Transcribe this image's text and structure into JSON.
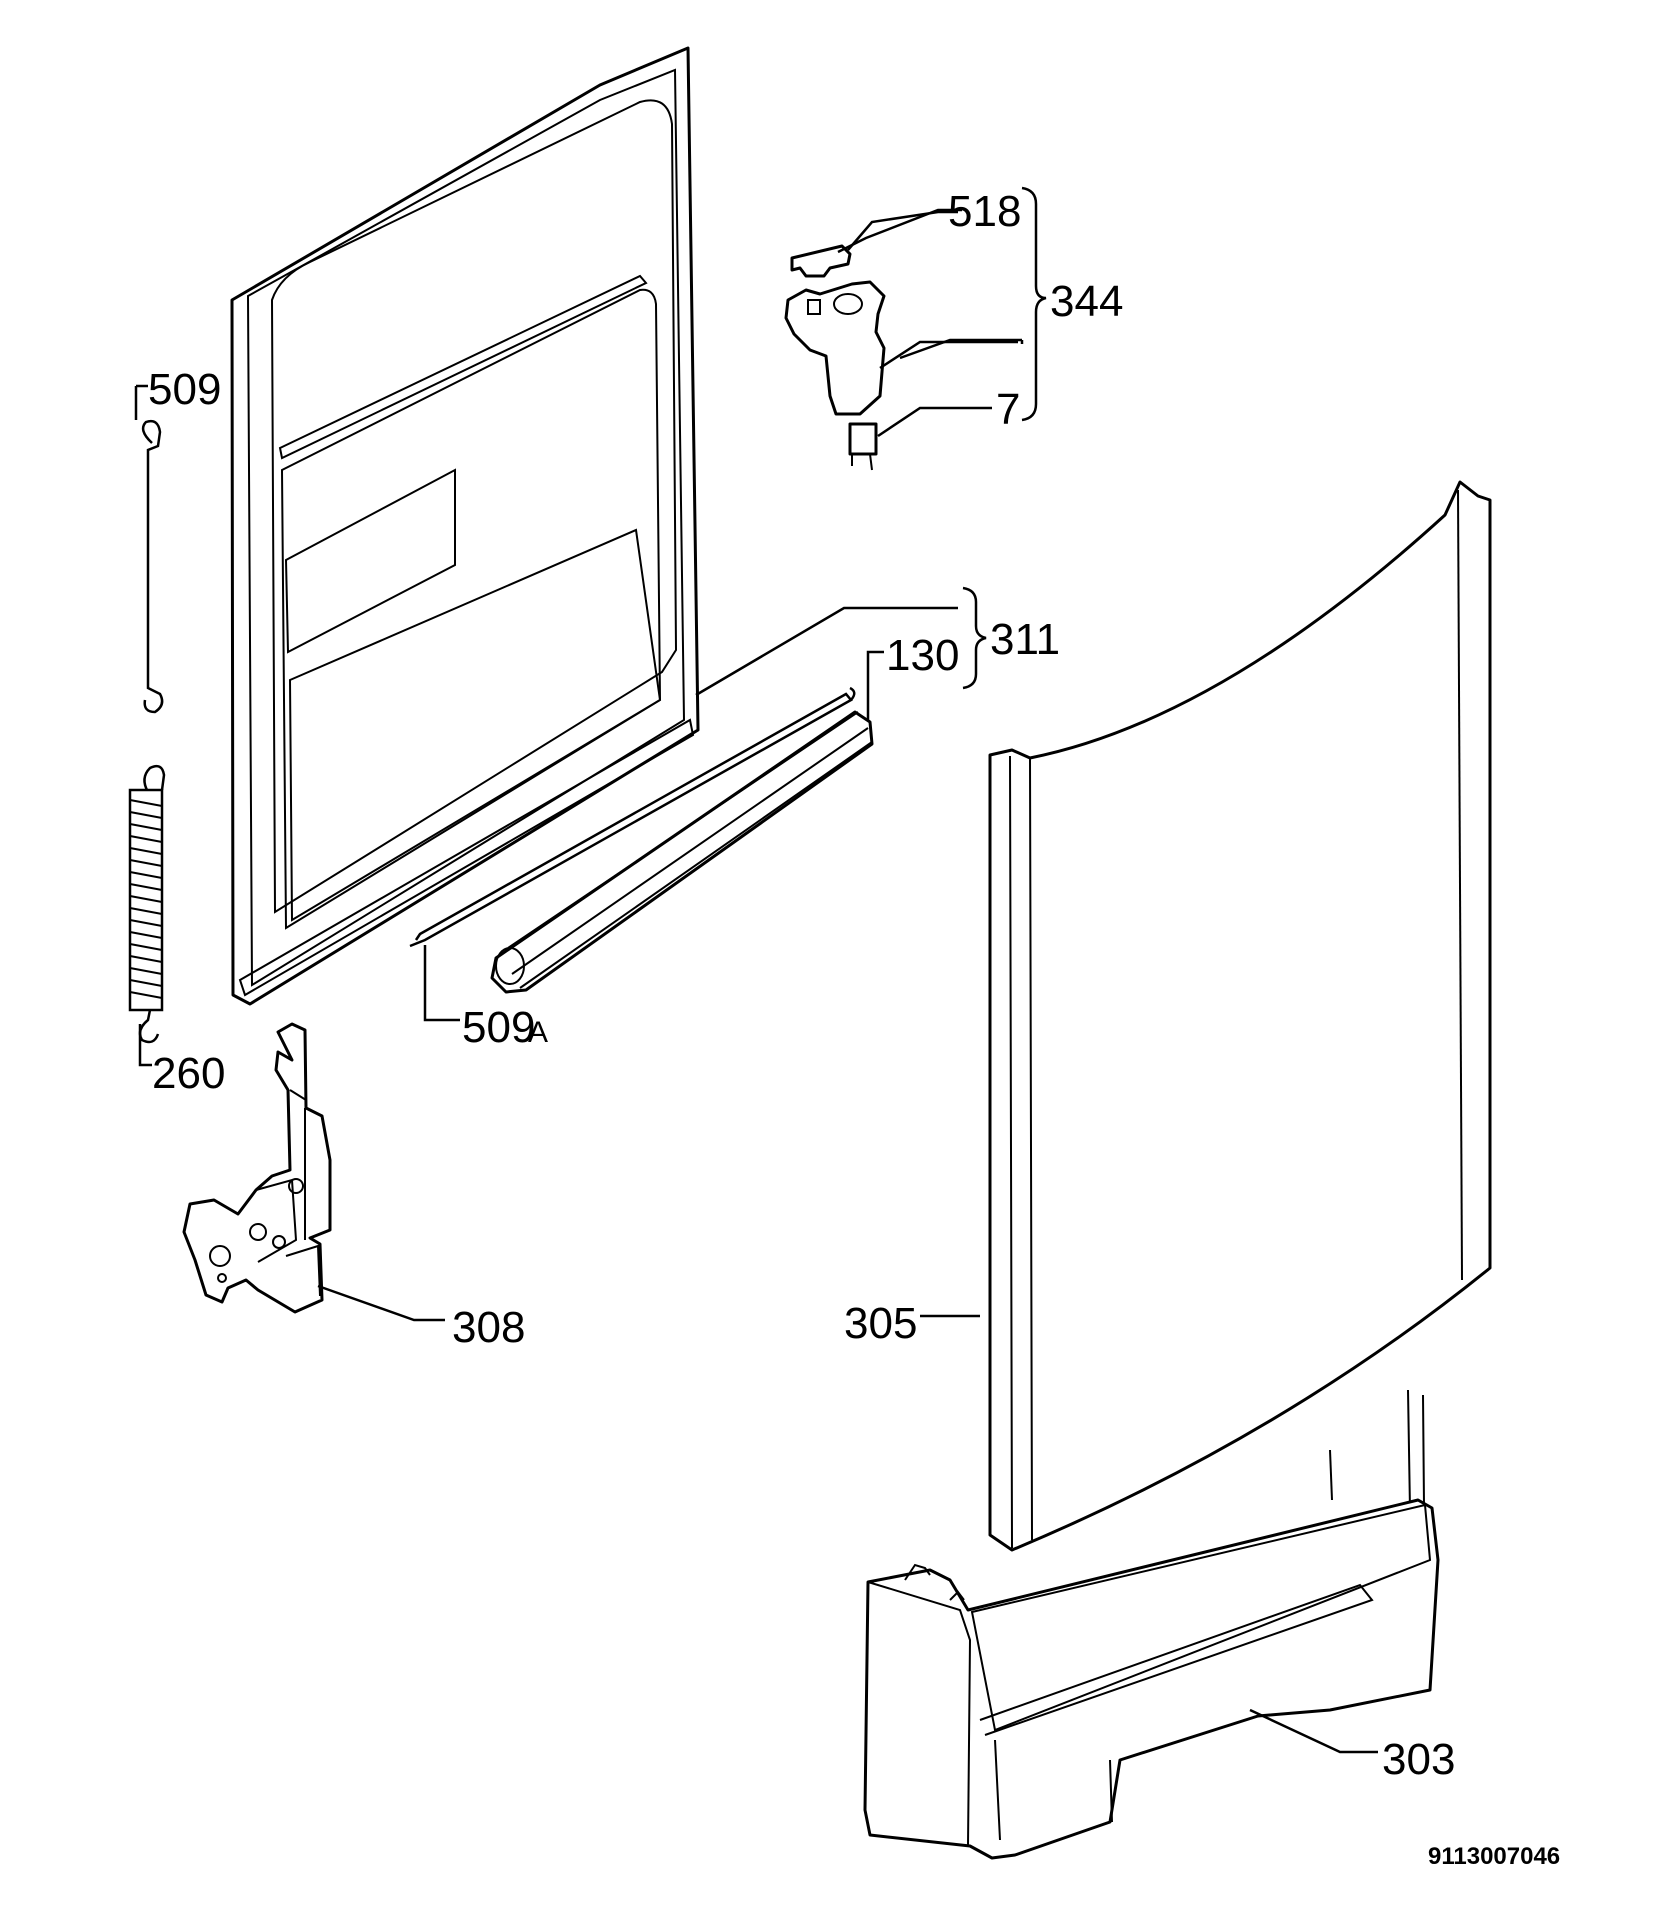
{
  "labels": {
    "p518": "518",
    "p344": "344",
    "p7": "7",
    "p509": "509",
    "p311": "311",
    "p130": "130",
    "p509a_num": "509",
    "p509a_suffix": "A",
    "p260": "260",
    "p308": "308",
    "p305": "305",
    "p303": "303"
  },
  "drawing_code": "9113007046"
}
